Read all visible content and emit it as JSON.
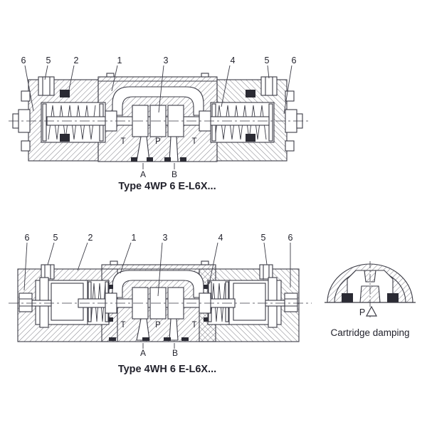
{
  "colors": {
    "line": "#3b3b45",
    "text": "#23232d",
    "seal": "#2b2b34",
    "hatch": "#5a5a64",
    "background": "#ffffff"
  },
  "top_valve": {
    "caption": "Type 4WP 6 E-L6X...",
    "callouts": [
      "6",
      "5",
      "2",
      "1",
      "3",
      "4",
      "5",
      "6"
    ],
    "ports": {
      "t_left": "T",
      "pressure": "P",
      "t_right": "T",
      "port_a": "A",
      "port_b": "B"
    }
  },
  "bottom_valve": {
    "caption": "Type 4WH 6 E-L6X...",
    "callouts": [
      "6",
      "5",
      "2",
      "1",
      "3",
      "4",
      "5",
      "6"
    ],
    "ports": {
      "t_left": "T",
      "pressure": "P",
      "t_right": "T",
      "port_a": "A",
      "port_b": "B"
    }
  },
  "detail": {
    "caption": "Cartridge damping",
    "port_label": "P",
    "symbol_icon": "triangle-up-icon"
  }
}
